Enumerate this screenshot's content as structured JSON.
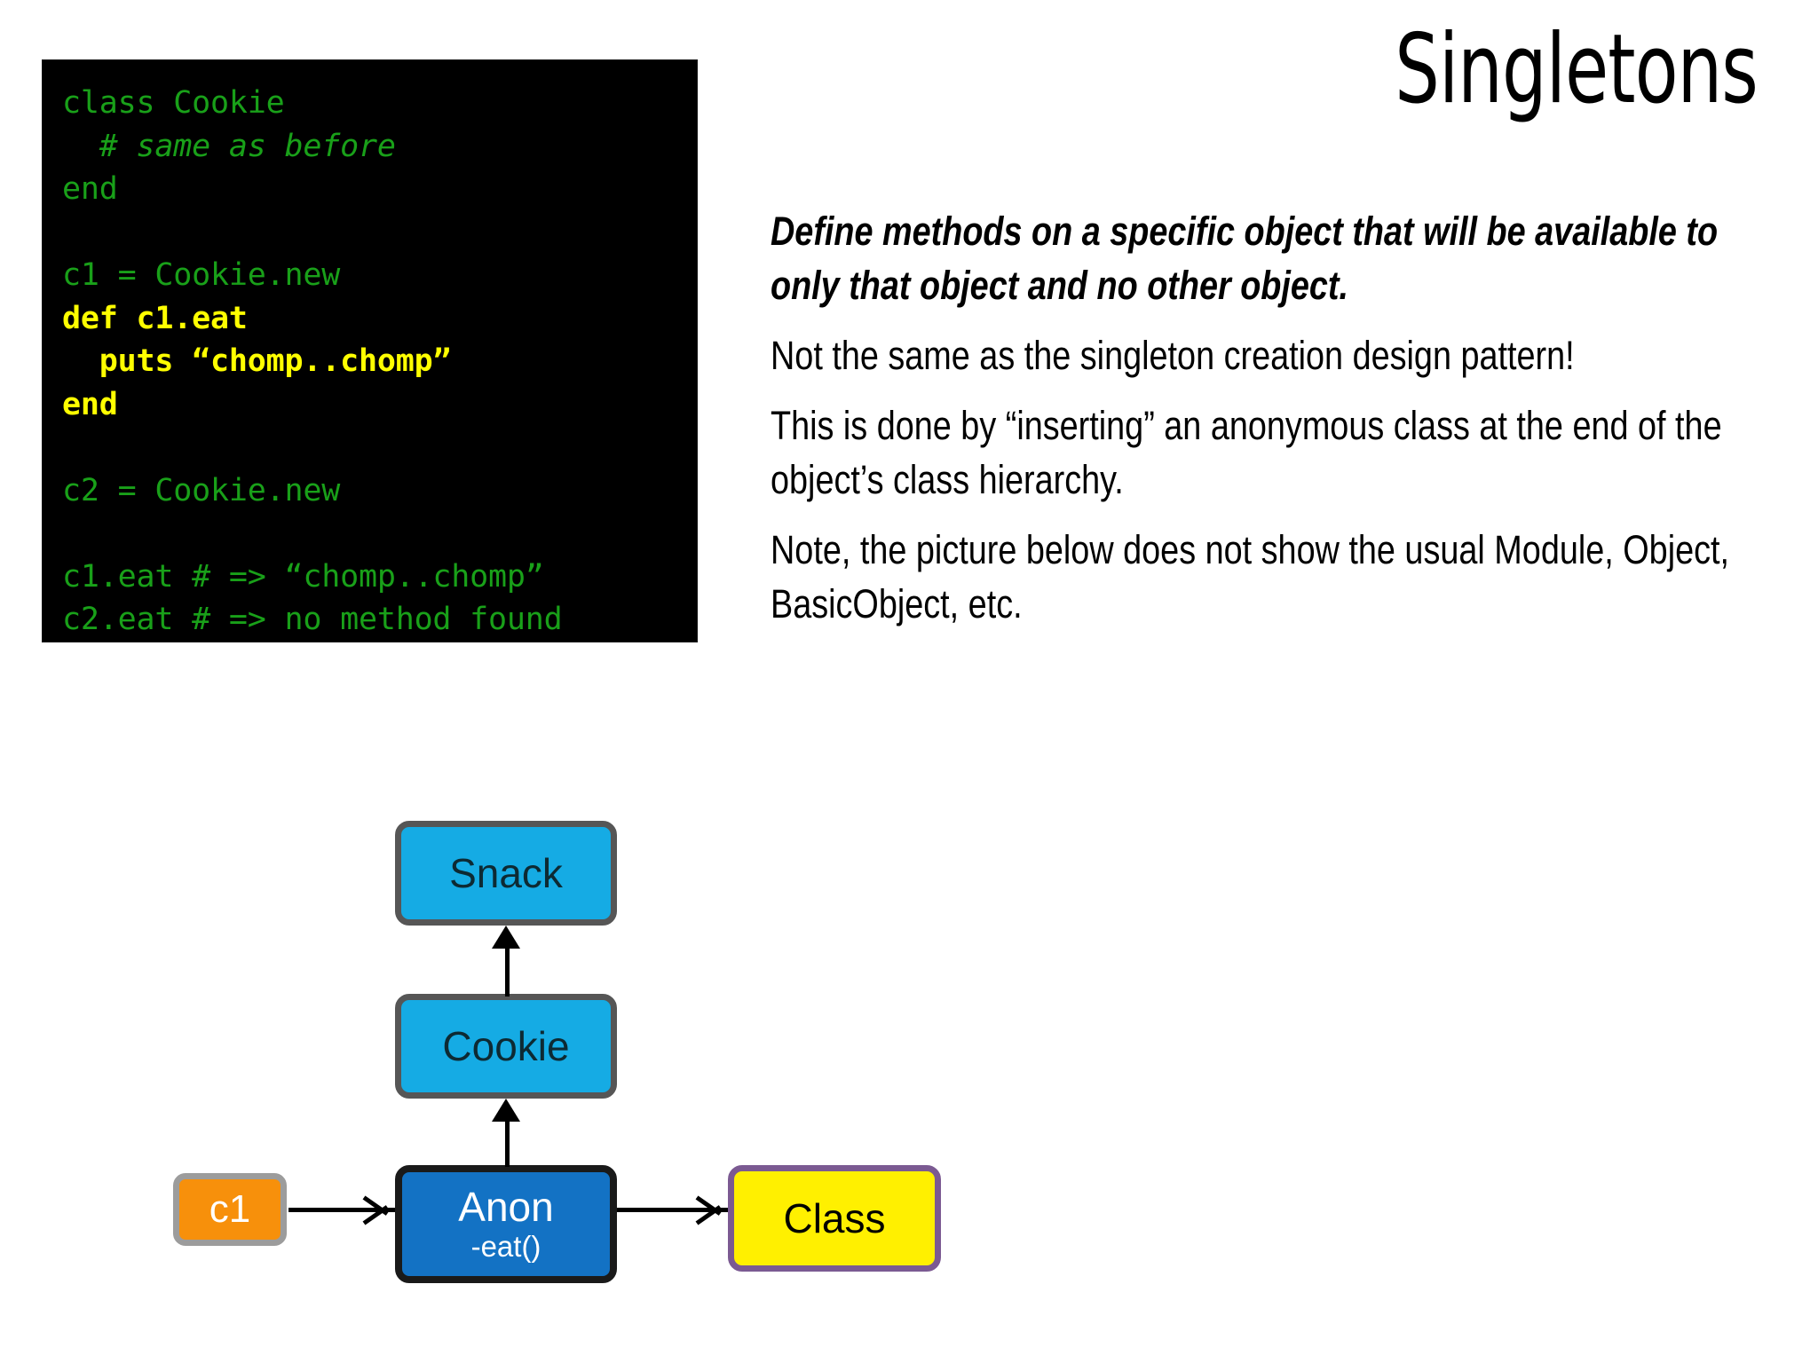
{
  "slide": {
    "title": "Singletons"
  },
  "code_block": {
    "lines": [
      {
        "text": "class Cookie",
        "style": "green"
      },
      {
        "text": "  # same as before",
        "style": "green-italic"
      },
      {
        "text": "end",
        "style": "green"
      },
      {
        "text": " ",
        "style": "blank"
      },
      {
        "text": "c1 = Cookie.new",
        "style": "green"
      },
      {
        "text": "def c1.eat",
        "style": "yellow"
      },
      {
        "text": "  puts “chomp..chomp”",
        "style": "yellow"
      },
      {
        "text": "end",
        "style": "yellow"
      },
      {
        "text": " ",
        "style": "blank"
      },
      {
        "text": "c2 = Cookie.new",
        "style": "green"
      },
      {
        "text": " ",
        "style": "blank"
      },
      {
        "text": "c1.eat # => “chomp..chomp”",
        "style": "green"
      },
      {
        "text": "c2.eat # => no method found",
        "style": "green"
      }
    ],
    "background_color": "#000000",
    "green_color": "#19A019",
    "yellow_color": "#FFFF00"
  },
  "body": {
    "paragraphs": [
      {
        "text": "Define methods on a specific object that will be available to only that object and no other object.",
        "emphasis": "bold-italic"
      },
      {
        "text": "Not the same as the singleton creation design pattern!",
        "emphasis": "normal"
      },
      {
        "text": "This is done by “inserting” an anonymous class at the end of the object’s class hierarchy.",
        "emphasis": "normal"
      },
      {
        "text": "Note, the picture below does not show the usual Module, Object, BasicObject, etc.",
        "emphasis": "normal"
      }
    ]
  },
  "diagram": {
    "nodes": {
      "snack": {
        "label": "Snack",
        "fill": "#15ABE4",
        "border": "#565656",
        "text_color": "#0D2A33"
      },
      "cookie": {
        "label": "Cookie",
        "fill": "#15ABE4",
        "border": "#565656",
        "text_color": "#0D2A33"
      },
      "anon": {
        "label": "Anon",
        "sublabel": "-eat()",
        "fill": "#1372C4",
        "border": "#1A1A1A",
        "text_color": "#FFFFFF"
      },
      "c1": {
        "label": "c1",
        "fill": "#F7900B",
        "border": "#9C9C9C",
        "text_color": "#FFFFFF"
      },
      "class": {
        "label": "Class",
        "fill": "#FFF000",
        "border": "#7B5A92",
        "text_color": "#000000"
      }
    },
    "edges": [
      {
        "from": "cookie",
        "to": "snack",
        "kind": "inherits",
        "arrow": "filled-up"
      },
      {
        "from": "anon",
        "to": "cookie",
        "kind": "inherits",
        "arrow": "filled-up"
      },
      {
        "from": "c1",
        "to": "anon",
        "kind": "points-to",
        "arrow": "open-right"
      },
      {
        "from": "anon",
        "to": "class",
        "kind": "points-to",
        "arrow": "open-right"
      }
    ]
  }
}
